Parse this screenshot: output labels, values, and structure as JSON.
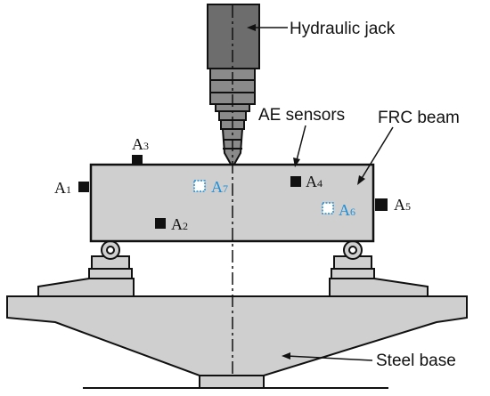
{
  "labels": {
    "jack": "Hydraulic jack",
    "ae": "AE sensors",
    "beam": "FRC beam",
    "base": "Steel base"
  },
  "sensors": [
    {
      "letter": "A",
      "num": "1",
      "hidden": false
    },
    {
      "letter": "A",
      "num": "2",
      "hidden": false
    },
    {
      "letter": "A",
      "num": "3",
      "hidden": false
    },
    {
      "letter": "A",
      "num": "4",
      "hidden": false
    },
    {
      "letter": "A",
      "num": "5",
      "hidden": false
    },
    {
      "letter": "A",
      "num": "6",
      "hidden": true
    },
    {
      "letter": "A",
      "num": "7",
      "hidden": true
    }
  ],
  "colors": {
    "gray": "#cfcfcf",
    "dark": "#6d6d6d",
    "hidden_sensor": "#1f8ed6"
  }
}
